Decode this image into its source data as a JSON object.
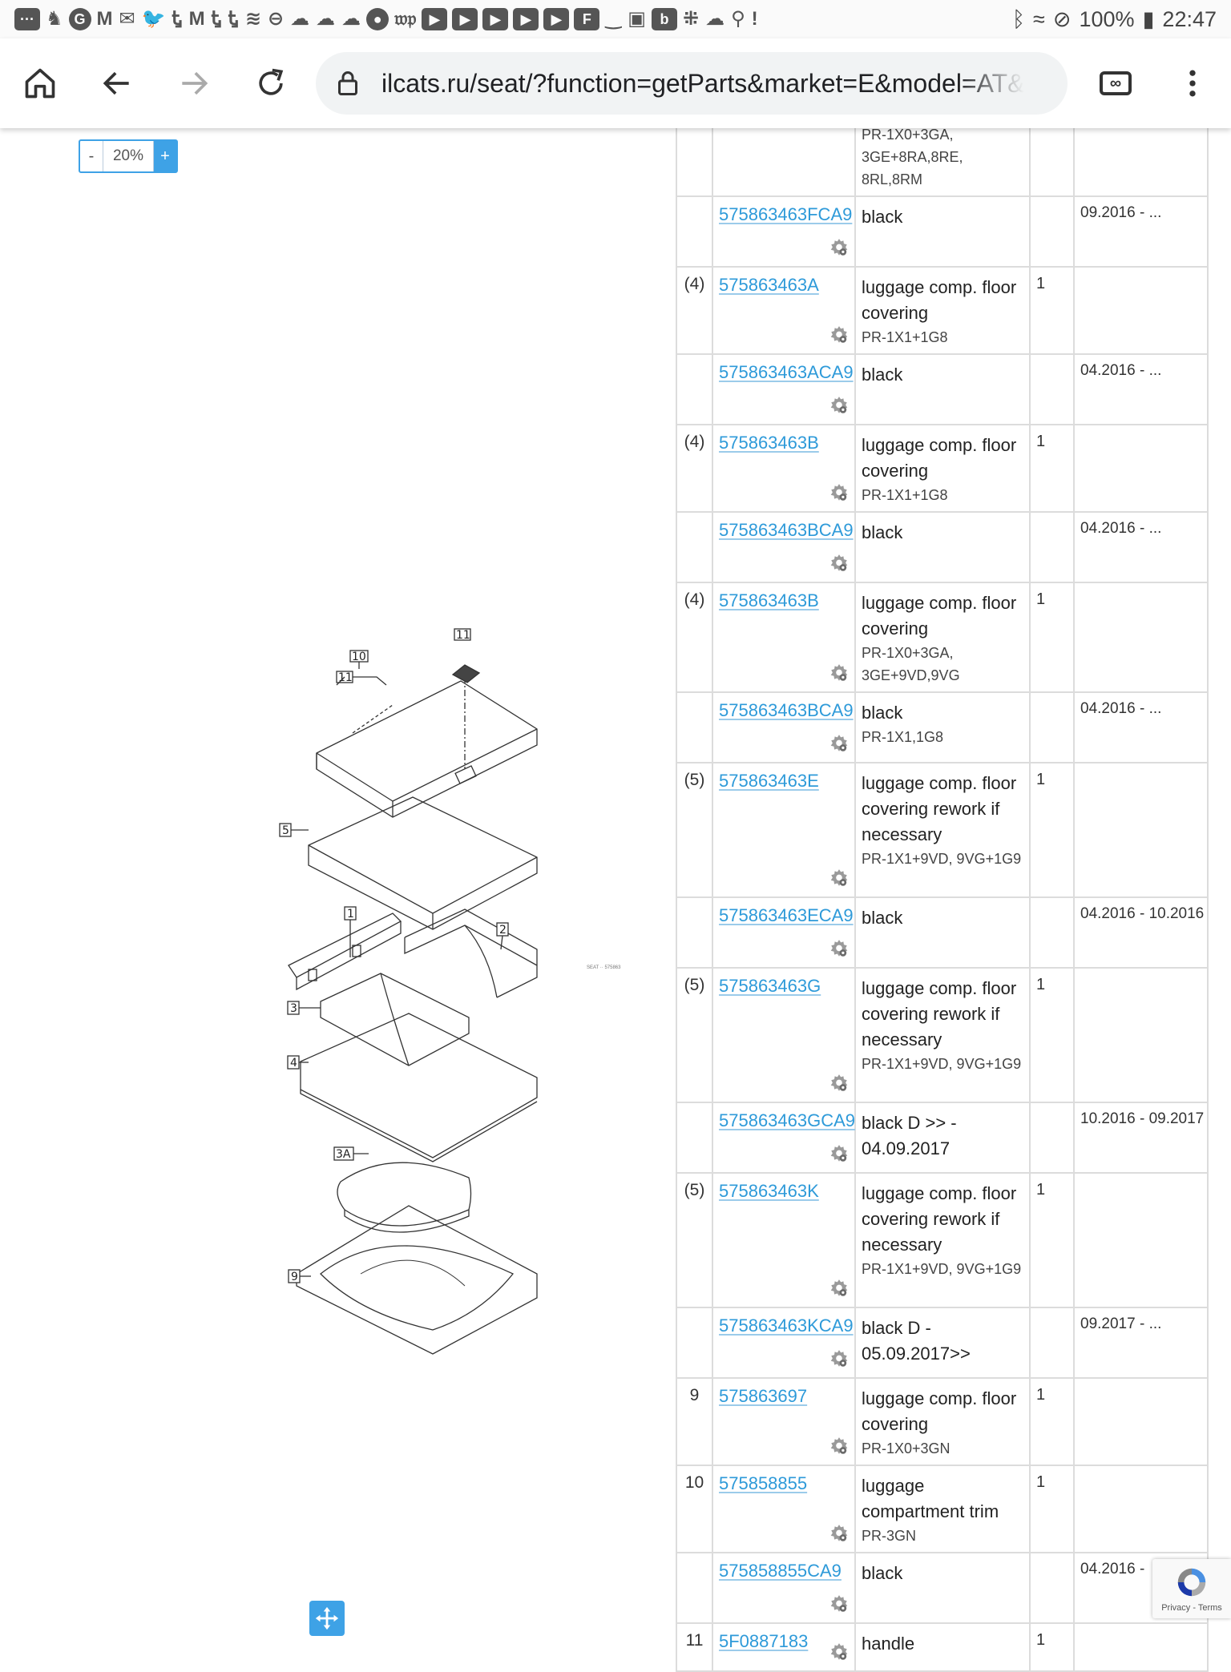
{
  "status_bar": {
    "battery": "100%",
    "time": "22:47"
  },
  "browser": {
    "url": "ilcats.ru/seat/?function=getParts&market=E&model=AT&",
    "tab_count": "∞"
  },
  "zoom": {
    "minus": "-",
    "value": "20%",
    "plus": "+"
  },
  "diagram": {
    "callouts": [
      "11",
      "10",
      "11",
      "5",
      "1",
      "2",
      "3",
      "4",
      "3A",
      "9"
    ],
    "note": "SEAT ·· 575863"
  },
  "parts": [
    {
      "pos": "",
      "number": "",
      "name": "",
      "pr": "PR-1X0+3GA, 3GE+8RA,8RE, 8RL,8RM",
      "qty": "",
      "date": ""
    },
    {
      "pos": "",
      "number": "575863463FCA9",
      "name": "black",
      "pr": "",
      "qty": "",
      "date": "09.2016 -   ..."
    },
    {
      "pos": "(4)",
      "number": "575863463A",
      "name": "luggage comp. floor covering",
      "pr": "PR-1X1+1G8",
      "qty": "1",
      "date": ""
    },
    {
      "pos": "",
      "number": "575863463ACA9",
      "name": "black",
      "pr": "",
      "qty": "",
      "date": "04.2016 -   ..."
    },
    {
      "pos": "(4)",
      "number": "575863463B",
      "name": "luggage comp. floor covering",
      "pr": "PR-1X1+1G8",
      "qty": "1",
      "date": ""
    },
    {
      "pos": "",
      "number": "575863463BCA9",
      "name": "black",
      "pr": "",
      "qty": "",
      "date": "04.2016 -   ..."
    },
    {
      "pos": "(4)",
      "number": "575863463B",
      "name": "luggage comp. floor covering",
      "pr": "PR-1X0+3GA, 3GE+9VD,9VG",
      "qty": "1",
      "date": ""
    },
    {
      "pos": "",
      "number": "575863463BCA9",
      "name": "black",
      "pr": "PR-1X1,1G8",
      "qty": "",
      "date": "04.2016 -   ..."
    },
    {
      "pos": "(5)",
      "number": "575863463E",
      "name": "luggage comp. floor covering rework if necessary",
      "pr": "PR-1X1+9VD, 9VG+1G9",
      "qty": "1",
      "date": ""
    },
    {
      "pos": "",
      "number": "575863463ECA9",
      "name": "black",
      "pr": "",
      "qty": "",
      "date": "04.2016 - 10.2016"
    },
    {
      "pos": "(5)",
      "number": "575863463G",
      "name": "luggage comp. floor covering rework if necessary",
      "pr": "PR-1X1+9VD, 9VG+1G9",
      "qty": "1",
      "date": ""
    },
    {
      "pos": "",
      "number": "575863463GCA9",
      "name": "black D >> - 04.09.2017",
      "pr": "",
      "qty": "",
      "date": "10.2016 - 09.2017"
    },
    {
      "pos": "(5)",
      "number": "575863463K",
      "name": "luggage comp. floor covering rework if necessary",
      "pr": "PR-1X1+9VD, 9VG+1G9",
      "qty": "1",
      "date": ""
    },
    {
      "pos": "",
      "number": "575863463KCA9",
      "name": "black D - 05.09.2017>>",
      "pr": "",
      "qty": "",
      "date": "09.2017 -   ..."
    },
    {
      "pos": "9",
      "number": "575863697",
      "name": "luggage comp. floor covering",
      "pr": "PR-1X0+3GN",
      "qty": "1",
      "date": ""
    },
    {
      "pos": "10",
      "number": "575858855",
      "name": "luggage compartment trim",
      "pr": "PR-3GN",
      "qty": "1",
      "date": ""
    },
    {
      "pos": "",
      "number": "575858855CA9",
      "name": "black",
      "pr": "",
      "qty": "",
      "date": "04.2016 -"
    },
    {
      "pos": "11",
      "number": "5F0887183",
      "name": "handle",
      "pr": "",
      "qty": "1",
      "date": ""
    }
  ],
  "recaptcha": {
    "text": "Privacy - Terms"
  }
}
